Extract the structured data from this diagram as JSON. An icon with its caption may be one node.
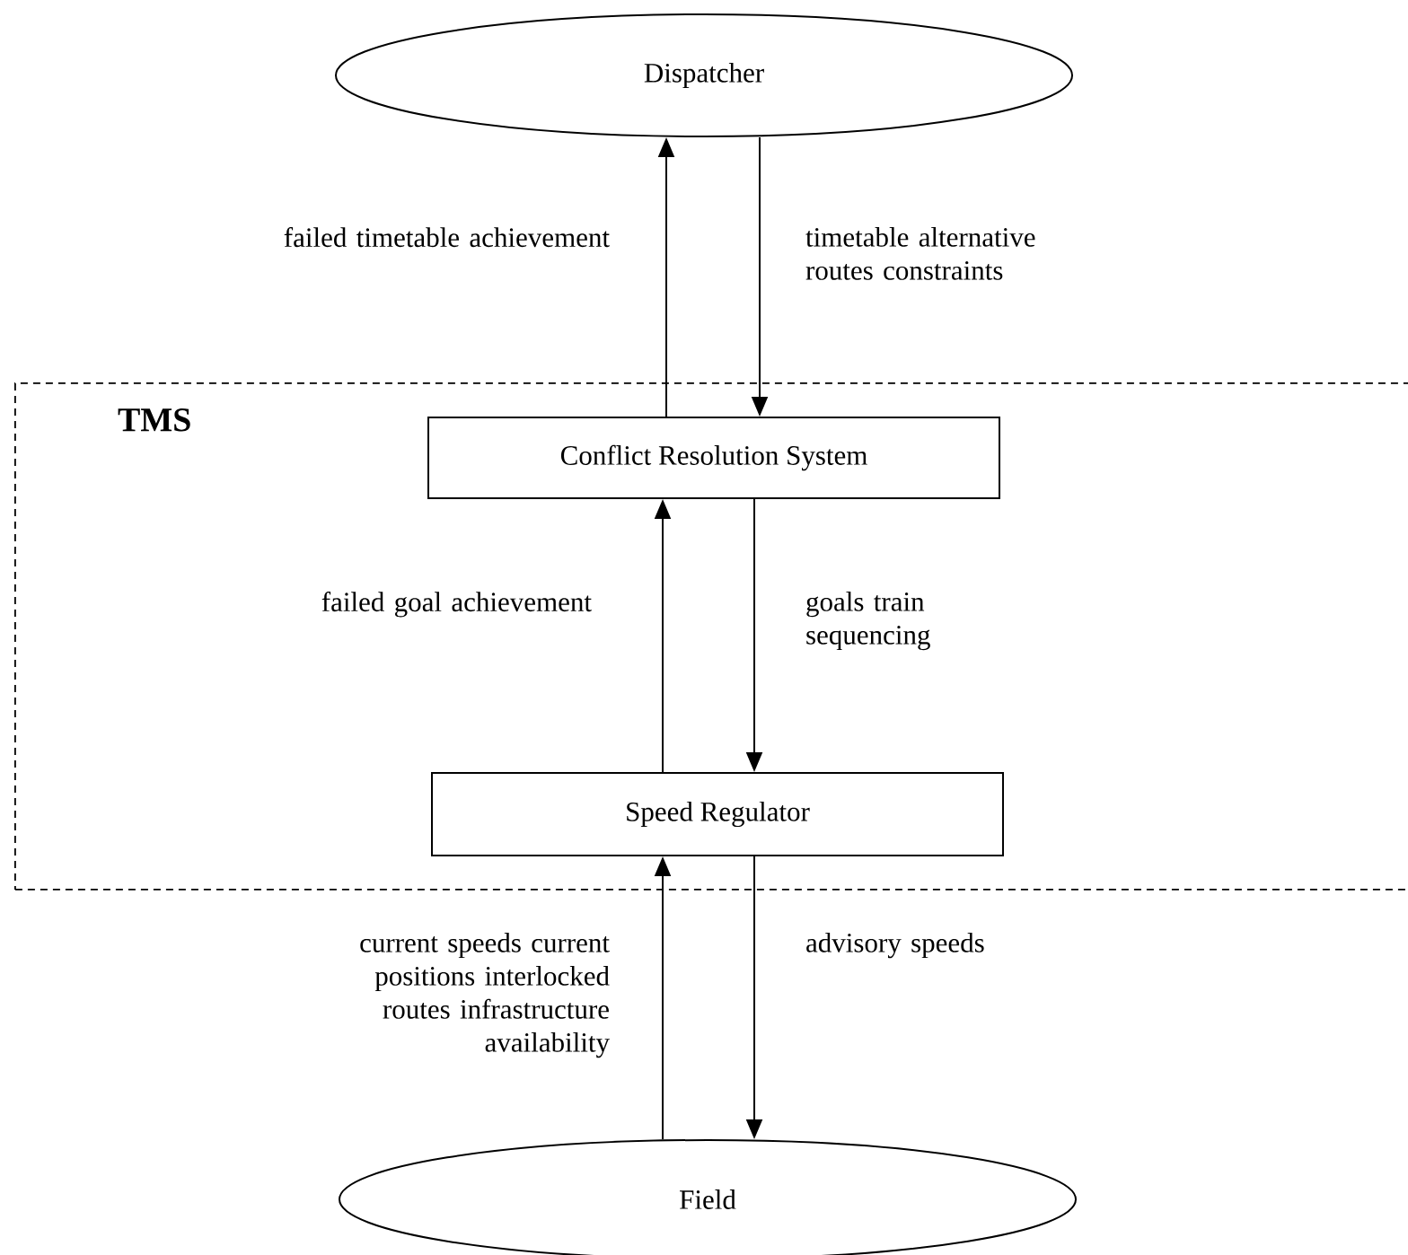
{
  "diagram": {
    "nodes": [
      {
        "text": [
          "Dispatcher"
        ]
      },
      {
        "text": [
          "TMS"
        ]
      },
      {
        "text": [
          "Conflict Resolution System"
        ],
        "in": 1
      },
      {
        "text": [
          "Speed Regulator"
        ],
        "in": 1
      },
      {
        "text": [
          "Field"
        ]
      }
    ],
    "edges": [
      {
        "from": 2,
        "to": 0,
        "arrow": "to",
        "label": "failed timetable achievement"
      },
      {
        "from": 0,
        "to": 2,
        "arrow": "to",
        "label": "timetable alternative routes constraints"
      },
      {
        "from": 3,
        "to": 2,
        "arrow": "to",
        "label": "failed goal achievement"
      },
      {
        "from": 2,
        "to": 3,
        "arrow": "to",
        "label": "goals train sequencing"
      },
      {
        "from": 4,
        "to": 3,
        "arrow": "to",
        "label": "current speeds current positions interlocked routes infrastructure availability"
      },
      {
        "from": 3,
        "to": 4,
        "arrow": "to",
        "label": "advisory speeds"
      }
    ]
  }
}
